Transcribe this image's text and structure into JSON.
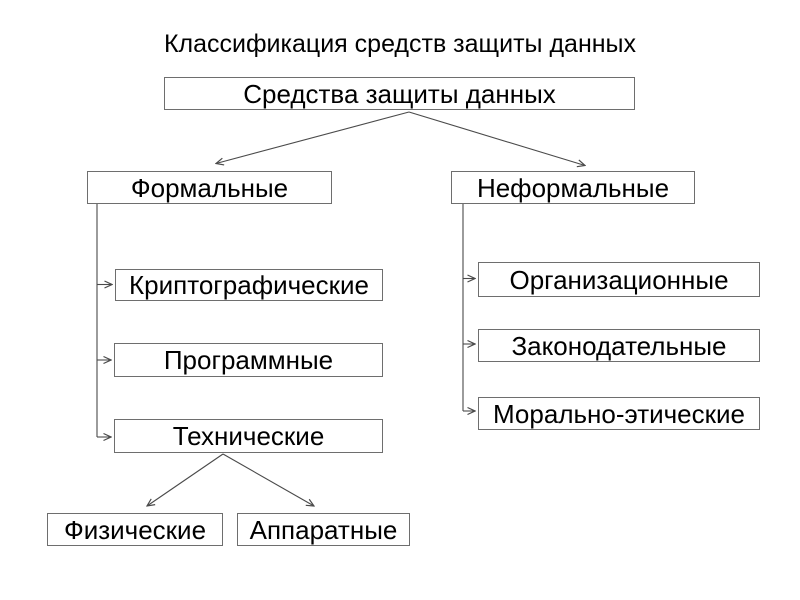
{
  "title": "Классификация средств защиты данных",
  "nodes": {
    "root": {
      "label": "Средства защиты данных"
    },
    "formal": {
      "label": "Формальные"
    },
    "informal": {
      "label": "Неформальные"
    },
    "crypto": {
      "label": "Криптографические"
    },
    "software": {
      "label": "Программные"
    },
    "technical": {
      "label": "Технические"
    },
    "physical": {
      "label": "Физические"
    },
    "hardware": {
      "label": "Аппаратные"
    },
    "org": {
      "label": "Организационные"
    },
    "legal": {
      "label": "Законодательные"
    },
    "moral": {
      "label": "Морально-этические"
    }
  },
  "edges": [
    {
      "from": "root",
      "to": "formal",
      "style": "diagonal-arrow"
    },
    {
      "from": "root",
      "to": "informal",
      "style": "diagonal-arrow"
    },
    {
      "from": "formal",
      "to": "crypto",
      "style": "elbow-arrow"
    },
    {
      "from": "formal",
      "to": "software",
      "style": "elbow-arrow"
    },
    {
      "from": "formal",
      "to": "technical",
      "style": "elbow-arrow"
    },
    {
      "from": "technical",
      "to": "physical",
      "style": "diagonal-arrow"
    },
    {
      "from": "technical",
      "to": "hardware",
      "style": "diagonal-arrow"
    },
    {
      "from": "informal",
      "to": "org",
      "style": "elbow-arrow"
    },
    {
      "from": "informal",
      "to": "legal",
      "style": "elbow-arrow"
    },
    {
      "from": "informal",
      "to": "moral",
      "style": "elbow-arrow"
    }
  ],
  "colors": {
    "background": "#ffffff",
    "box_fill": "#ffffff",
    "box_border": "#6e6e6e",
    "connector": "#4a4a4a",
    "text": "#000000"
  }
}
